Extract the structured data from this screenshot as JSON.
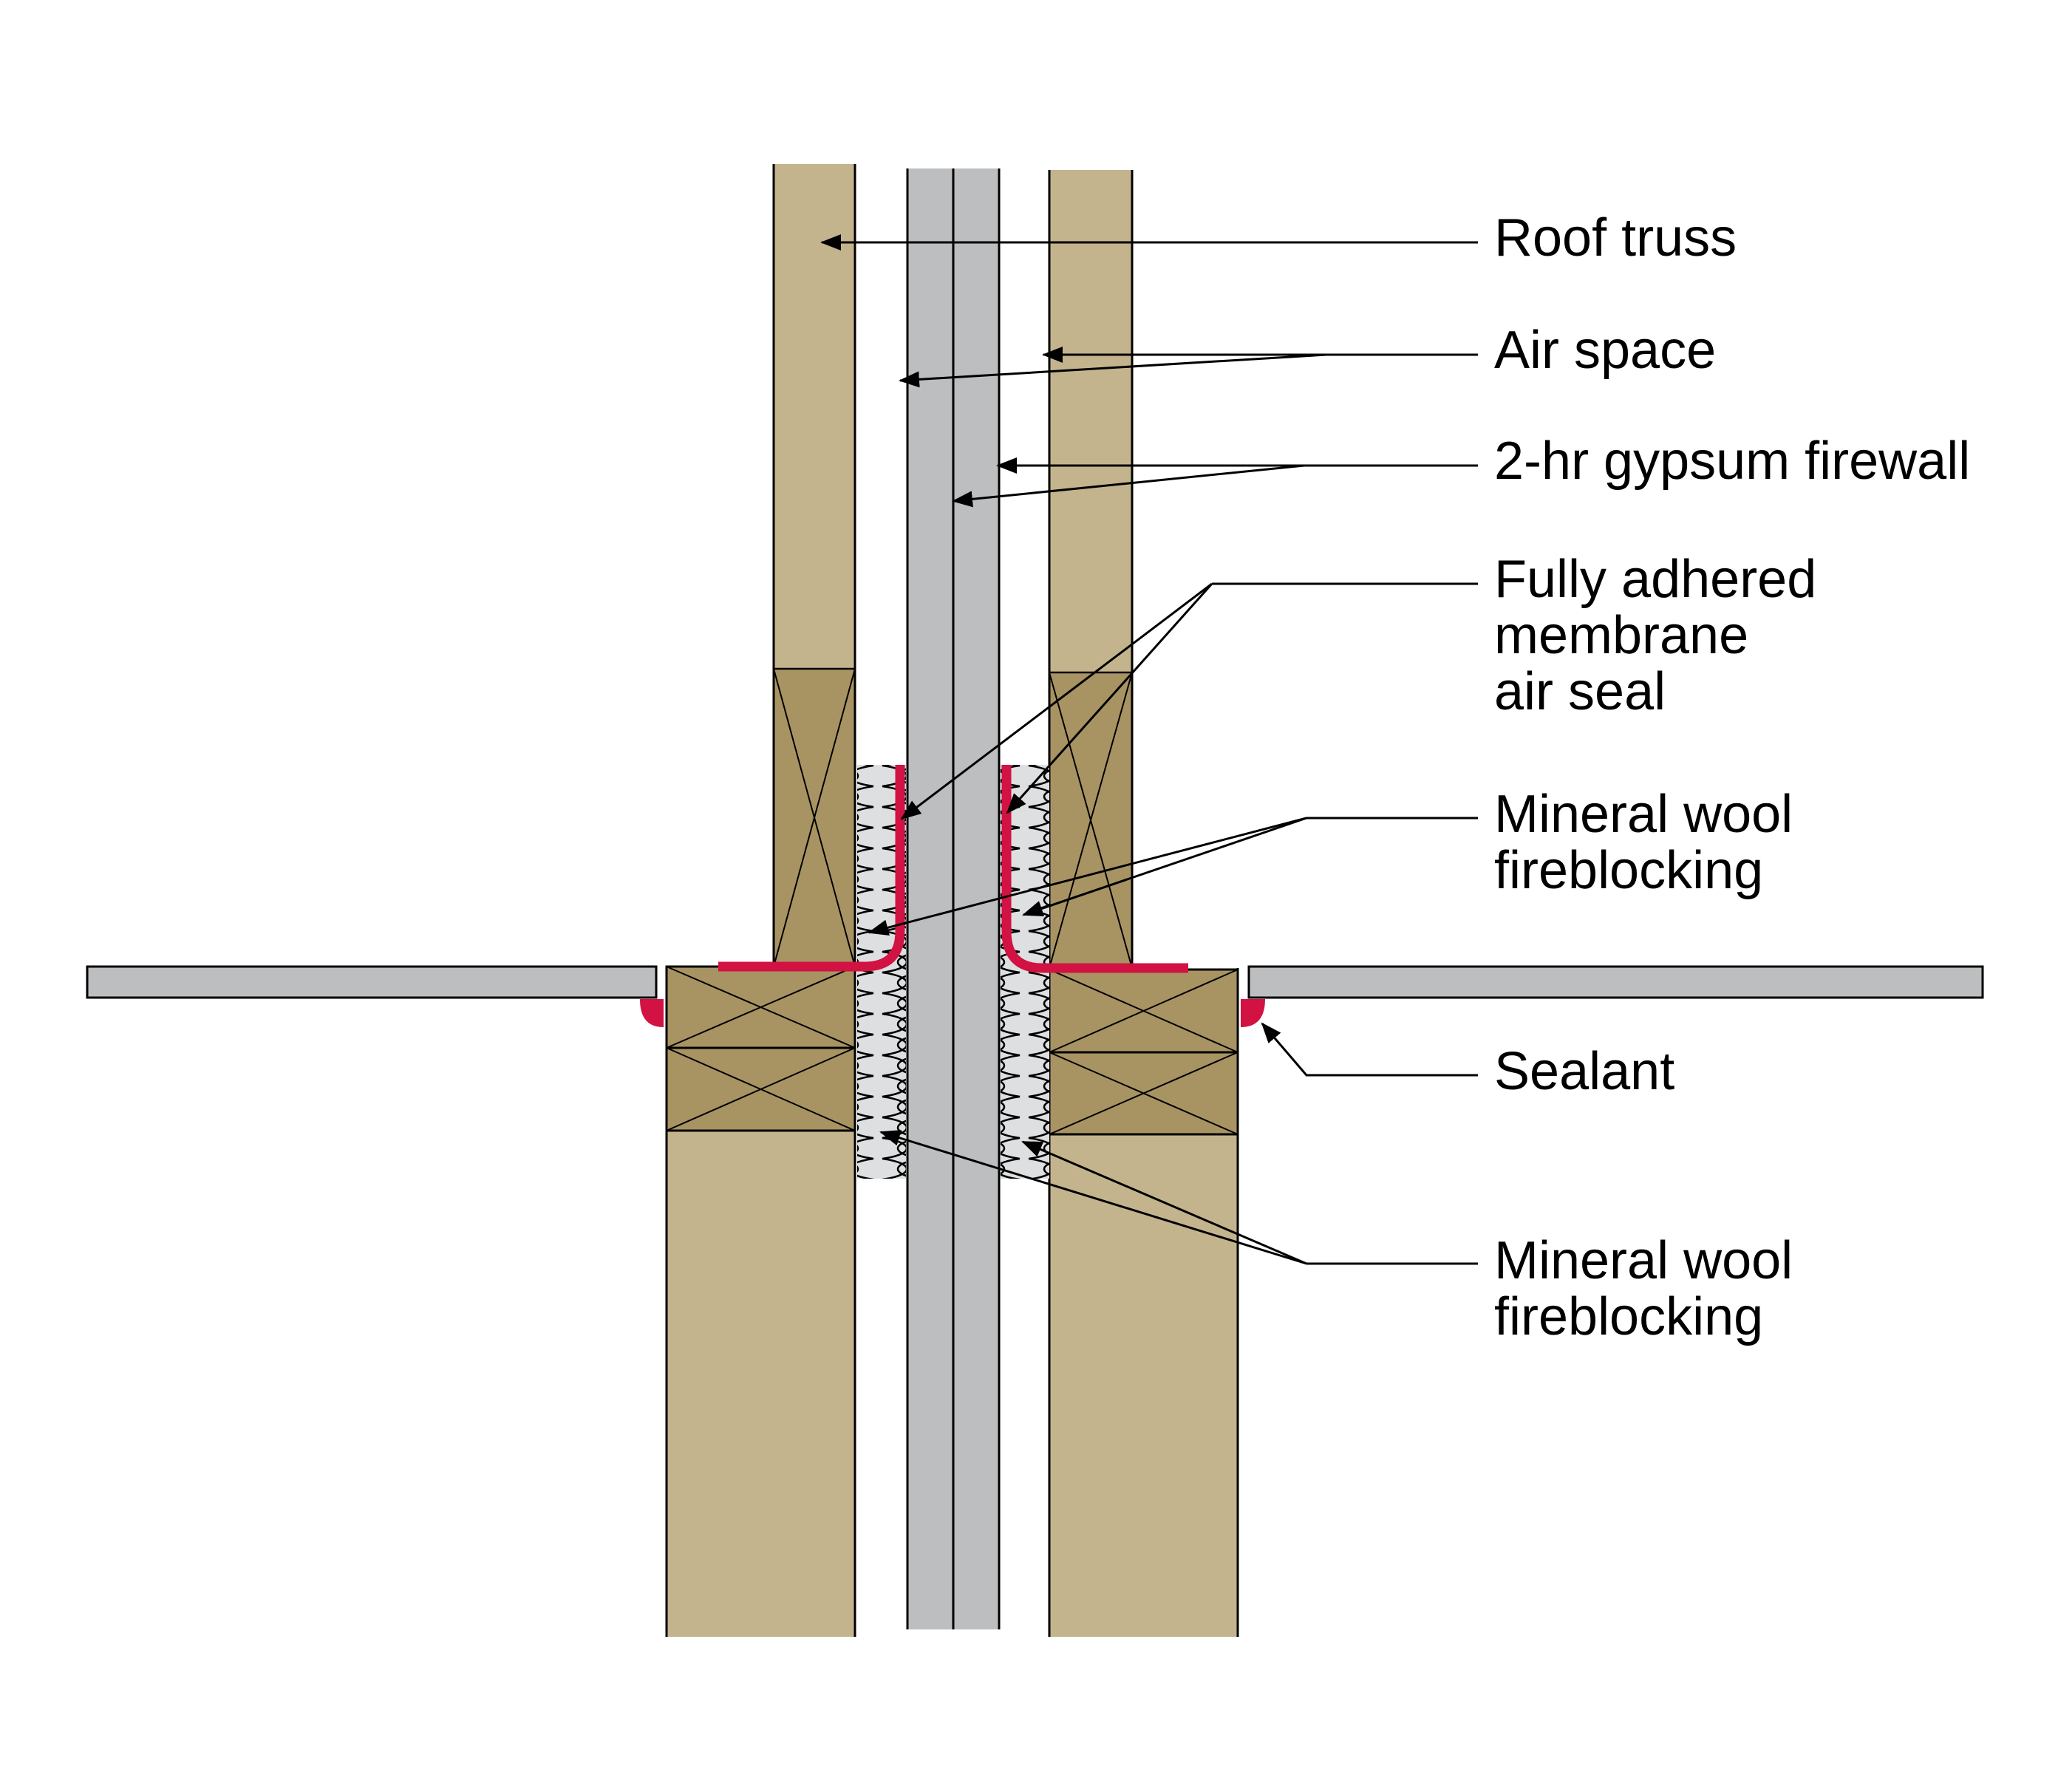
{
  "colors": {
    "wood_light": "#c4b48e",
    "wood_dark": "#a89463",
    "gypsum": "#bdbec0",
    "mineral_wool": "#dedfe0",
    "membrane": "#d11242",
    "outline": "#000000",
    "background": "#ffffff"
  },
  "labels": {
    "roof_truss": "Roof truss",
    "air_space": "Air space",
    "gypsum_firewall": "2-hr gypsum firewall",
    "membrane_line1": "Fully adhered",
    "membrane_line2": "membrane",
    "membrane_line3": "air seal",
    "wool_upper_line1": "Mineral wool",
    "wool_upper_line2": "fireblocking",
    "sealant": "Sealant",
    "wool_lower_line1": "Mineral wool",
    "wool_lower_line2": "fireblocking"
  }
}
